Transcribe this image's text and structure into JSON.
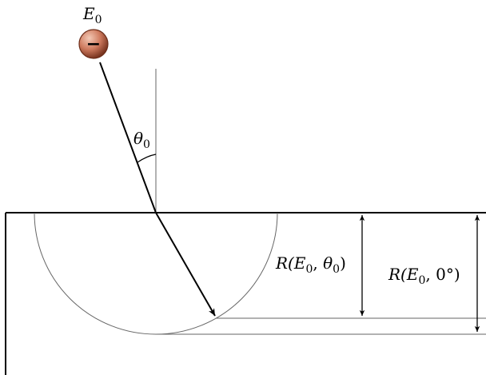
{
  "particle": {
    "label_base": "E",
    "label_sub": "0",
    "charge_symbol": "−"
  },
  "incidence_angle": {
    "symbol": "θ",
    "sub": "0"
  },
  "range_oblique": {
    "func": "R(",
    "arg1": "E",
    "arg1_sub": "0",
    "sep": ", ",
    "arg2": "θ",
    "arg2_sub": "0",
    "close": ")"
  },
  "range_normal": {
    "func": "R(",
    "arg1": "E",
    "arg1_sub": "0",
    "sep": ", ",
    "arg2": "0°",
    "close": ")"
  },
  "colors": {
    "ink": "#000000",
    "thin_line": "#666666",
    "electron_fill": "#cf7b5f",
    "electron_highlight": "#f3c9b6",
    "electron_shade": "#7a3520"
  }
}
